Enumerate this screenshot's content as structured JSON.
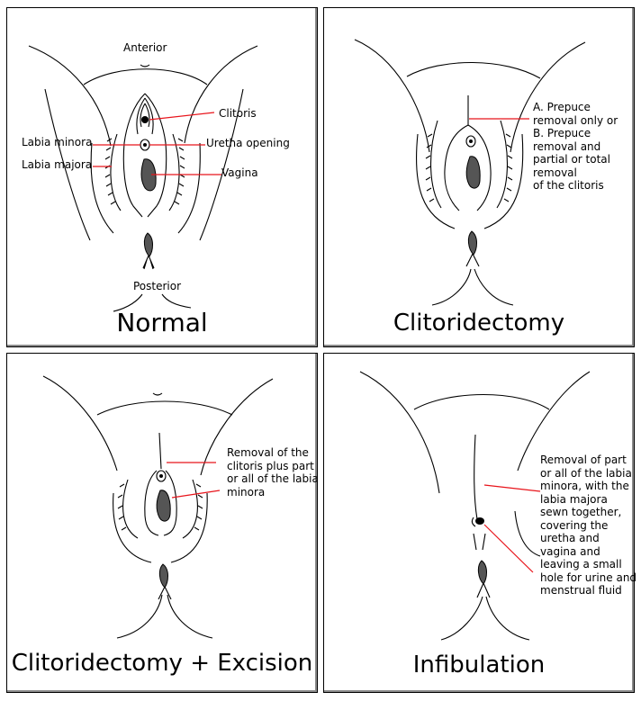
{
  "figure": {
    "panels": [
      {
        "id": "normal",
        "title": "Normal",
        "labels": {
          "anterior": "Anterior",
          "posterior": "Posterior",
          "clitoris": "Clitoris",
          "labia_minora": "Labia minora",
          "uretha_opening": "Uretha opening",
          "labia_majora": "Labia majora",
          "vagina": "Vagina"
        }
      },
      {
        "id": "clitoridectomy",
        "title": "Clitoridectomy",
        "annotation_lines": [
          "A. Prepuce",
          "removal only or",
          "B. Prepuce",
          "removal and",
          "partial or total",
          "removal",
          "of the clitoris"
        ]
      },
      {
        "id": "clitoridectomy-excision",
        "title": "Clitoridectomy + Excision",
        "annotation_lines": [
          "Removal of the",
          "clitoris plus part",
          "or all of the labia",
          "minora"
        ]
      },
      {
        "id": "infibulation",
        "title": "Infibulation",
        "annotation_lines": [
          "Removal of part",
          "or all of the labia",
          "minora, with the",
          "labia majora",
          "sewn together,",
          "covering the",
          "uretha and",
          "vagina and",
          "leaving a small",
          "hole for urine and",
          "menstrual fluid"
        ]
      }
    ],
    "colors": {
      "leader_line": "#e8141b",
      "fill_dark": "#555555",
      "outline": "#000000"
    }
  }
}
